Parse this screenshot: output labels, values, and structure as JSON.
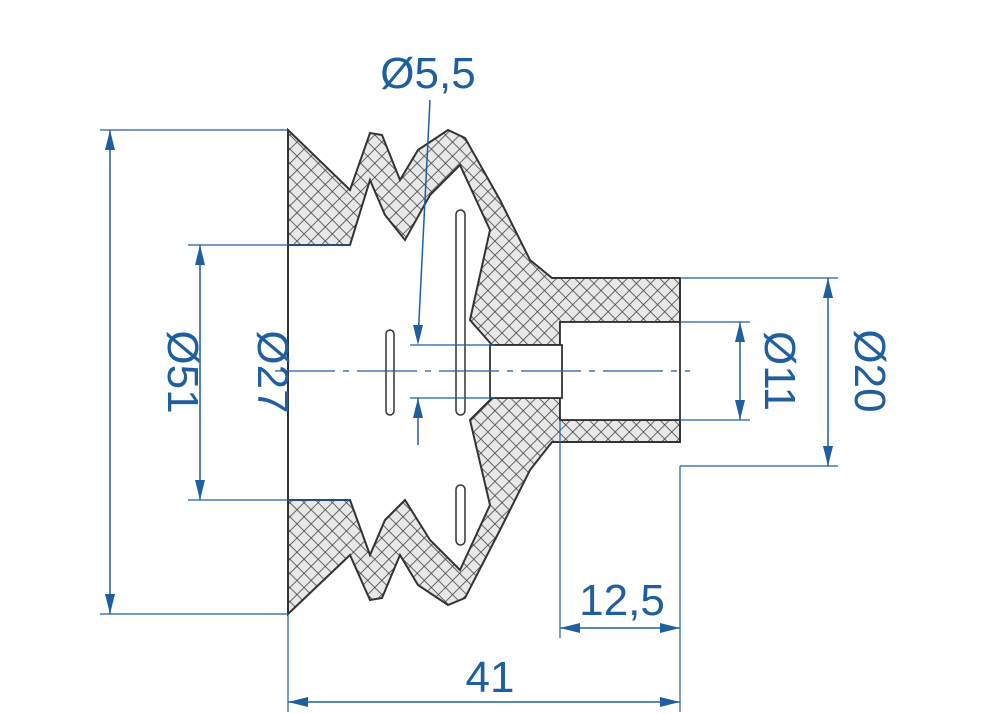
{
  "diagram": {
    "line_color": "#1f5fa0",
    "part_outline_color": "#333333",
    "dimensions": {
      "dia_5_5": "Ø5,5",
      "dia_51": "Ø51",
      "dia_27": "Ø27",
      "dia_11": "Ø11",
      "dia_20": "Ø20",
      "len_12_5": "12,5",
      "len_41": "41"
    }
  }
}
